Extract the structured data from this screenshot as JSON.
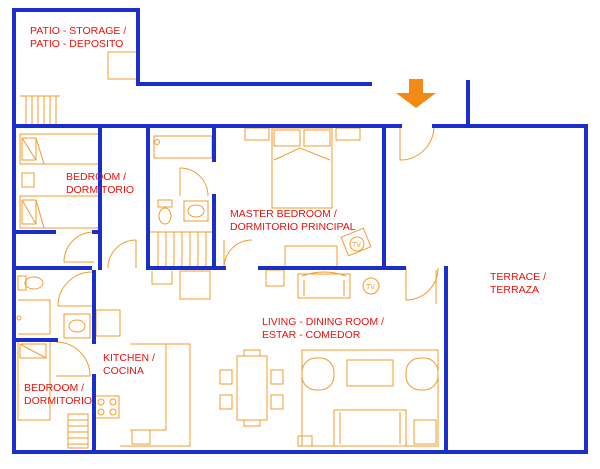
{
  "rooms": {
    "patio_storage": [
      "PATIO - STORAGE /",
      "PATIO - DEPOSITO"
    ],
    "bedroom_1": [
      "BEDROOM /",
      "DORMITORIO"
    ],
    "master_bedroom": [
      "MASTER BEDROOM /",
      "DORMITORIO PRINCIPAL"
    ],
    "terrace": [
      "TERRACE /",
      "TERRAZA"
    ],
    "living_dining": [
      "LIVING - DINING ROOM /",
      "ESTAR - COMEDOR"
    ],
    "kitchen": [
      "KITCHEN /",
      "COCINA"
    ],
    "bedroom_2": [
      "BEDROOM /",
      "DORMITORIO"
    ]
  },
  "fixtures": {
    "tv_label": "TV"
  },
  "colors": {
    "wall": "#1a2fc9",
    "fixture": "#f29b2e",
    "label": "#e8120c",
    "arrow": "#f28a13"
  },
  "icons": {
    "entrance": "entrance-arrow-icon"
  }
}
